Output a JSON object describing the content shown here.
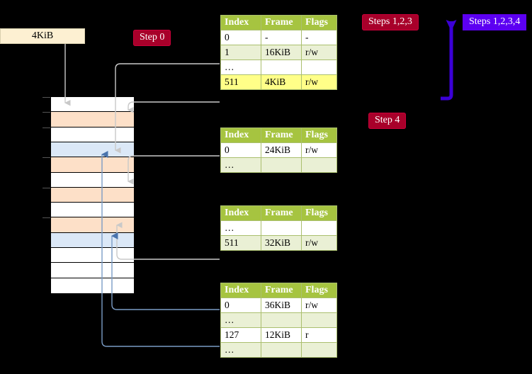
{
  "labels": {
    "step0": "Step 0",
    "step4": "Step 4",
    "steps123": "Steps 1,2,3",
    "steps1234": "Steps 1,2,3,4",
    "kib_box": "4KiB"
  },
  "colors": {
    "badge_red": "#a8002a",
    "badge_violet": "#5c00f2",
    "table_header": "#a6c440",
    "table_alt_row": "#eaf0d5",
    "highlight": "#ffff88",
    "mem_orange": "#fde0c8",
    "mem_blue": "#dbe8f7",
    "connector_gray": "#c9c9c9",
    "connector_blue": "#7a9cc6",
    "kib_box_bg": "#fdf0d2",
    "background": "#000000"
  },
  "table_headers": [
    "Index",
    "Frame",
    "Flags"
  ],
  "tables": [
    {
      "name": "pml4-table",
      "rows": [
        {
          "index": "0",
          "frame": "-",
          "flags": "-",
          "style": "white",
          "highlight": false
        },
        {
          "index": "1",
          "frame": "16KiB",
          "flags": "r/w",
          "style": "alt",
          "highlight": false
        },
        {
          "index": "…",
          "frame": "",
          "flags": "",
          "style": "white",
          "highlight": false
        },
        {
          "index": "511",
          "frame": "4KiB",
          "flags": "r/w",
          "style": "alt",
          "highlight": true
        }
      ]
    },
    {
      "name": "pdpt-table",
      "rows": [
        {
          "index": "0",
          "frame": "24KiB",
          "flags": "r/w",
          "style": "white",
          "highlight": false
        },
        {
          "index": "…",
          "frame": "",
          "flags": "",
          "style": "alt",
          "highlight": false
        }
      ]
    },
    {
      "name": "pd-table",
      "rows": [
        {
          "index": "…",
          "frame": "",
          "flags": "",
          "style": "white",
          "highlight": false
        },
        {
          "index": "511",
          "frame": "32KiB",
          "flags": "r/w",
          "style": "alt",
          "highlight": false
        }
      ]
    },
    {
      "name": "pt-table",
      "rows": [
        {
          "index": "0",
          "frame": "36KiB",
          "flags": "r/w",
          "style": "white",
          "highlight": false
        },
        {
          "index": "…",
          "frame": "",
          "flags": "",
          "style": "alt",
          "highlight": false
        },
        {
          "index": "127",
          "frame": "12KiB",
          "flags": "r",
          "style": "white",
          "highlight": false
        },
        {
          "index": "…",
          "frame": "",
          "flags": "",
          "style": "alt",
          "highlight": false
        }
      ]
    }
  ],
  "memory_column": {
    "name": "physical-memory-column",
    "rows": [
      {
        "fill": "white"
      },
      {
        "fill": "orange"
      },
      {
        "fill": "white"
      },
      {
        "fill": "blue"
      },
      {
        "fill": "orange"
      },
      {
        "fill": "white"
      },
      {
        "fill": "orange"
      },
      {
        "fill": "white"
      },
      {
        "fill": "orange"
      },
      {
        "fill": "blue"
      },
      {
        "fill": "white"
      },
      {
        "fill": "white"
      },
      {
        "fill": "white"
      }
    ]
  }
}
